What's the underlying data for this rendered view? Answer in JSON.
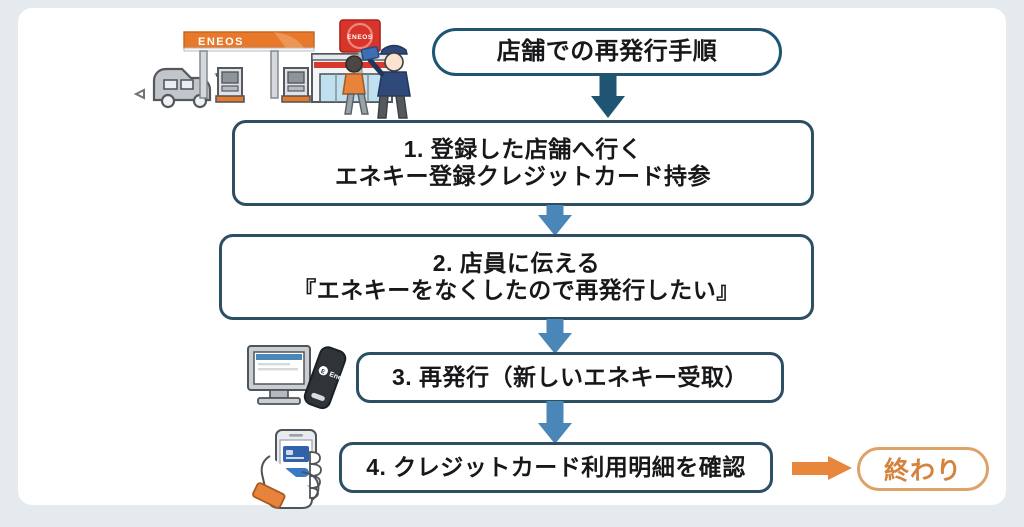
{
  "theme": {
    "page_background": "#e4eaee",
    "card_background": "#ffffff",
    "box_border": "#2c4f63",
    "title_border": "#1f5572",
    "arrow_blue": "#4a86b8",
    "arrow_dark": "#1f5572",
    "accent_orange": "#e8873c",
    "end_border": "#dca268",
    "end_text": "#d4823c",
    "eneos_orange": "#e8792b",
    "eneos_red": "#d8342a",
    "text": "#17181a"
  },
  "flow": {
    "title": "店舗での再発行手順",
    "steps": [
      {
        "id": "step1",
        "lines": [
          "1. 登録した店舗へ行く",
          "エネキー登録クレジットカード持参"
        ],
        "illustration": "person-at-enekey-terminal"
      },
      {
        "id": "step2",
        "lines": [
          "2. 店員に伝える",
          "『エネキーをなくしたので再発行したい』"
        ],
        "illustration": "staff-and-customer-talking"
      },
      {
        "id": "step3",
        "lines": [
          "3. 再発行（新しいエネキー受取）"
        ],
        "illustration": "monitor-and-enekey-fob"
      },
      {
        "id": "step4",
        "lines": [
          "4. クレジットカード利用明細を確認"
        ],
        "illustration": "hand-holding-smartphone"
      }
    ],
    "end_label": "終わり"
  },
  "station": {
    "canopy_label": "ENEOS",
    "sign_label": "ENEOS",
    "illustration": "eneos-gas-station-with-car-and-staff"
  },
  "icons": {
    "station": "gas-station-icon",
    "title_arrow": "arrow-down-icon",
    "step_arrow": "arrow-down-icon",
    "end_arrow": "arrow-right-icon",
    "enekey_device": "enekey-fob-icon",
    "monitor": "monitor-icon",
    "smartphone": "smartphone-icon",
    "person1": "person-icon",
    "staff": "staff-person-icon",
    "customer": "customer-person-icon",
    "car": "car-icon"
  },
  "brand": {
    "enekey_label": "EneKey"
  }
}
